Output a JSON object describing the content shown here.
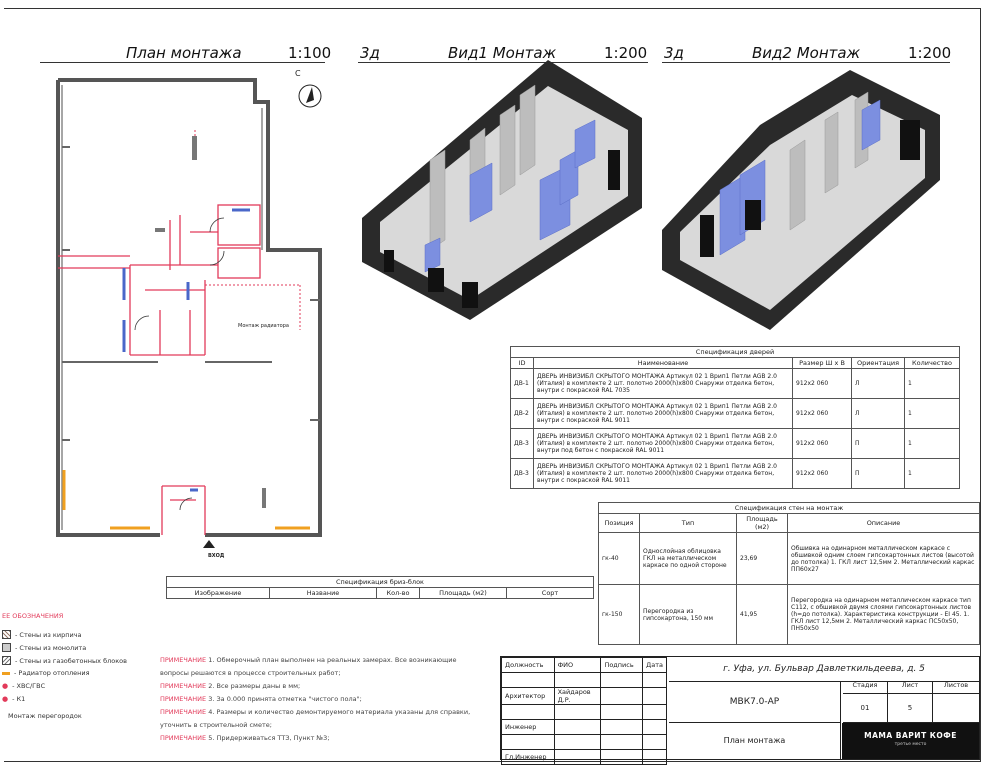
{
  "header": {
    "plan_title": "План монтажа",
    "plan_scale": "1:100",
    "view1_prefix": "3д",
    "view1_title": "Вид1 Монтаж",
    "view1_scale": "1:200",
    "view2_prefix": "3д",
    "view2_title": "Вид2 Монтаж",
    "view2_scale": "1:200"
  },
  "plan": {
    "north_label": "С",
    "radiator_label": "Монтаж радиатора",
    "entrance_label": "ВХОД"
  },
  "door_spec": {
    "title": "Спецификация дверей",
    "headers": [
      "ID",
      "Наименование",
      "Размер Ш х В",
      "Ориентация",
      "Количество"
    ],
    "rows": [
      {
        "id": "ДВ-1",
        "name": "ДВЕРЬ ИНВИЗИБЛ СКРЫТОГО МОНТАЖА  Артикул 02 1 Врип1  Петли AGB 2.0 (Италия) в комплекте 2 шт. полотно 2000(h)х800 Снаружи отделка бетон, внутри с покраской  RAL 7035",
        "size": "912х2 060",
        "orient": "Л",
        "qty": "1"
      },
      {
        "id": "ДВ-2",
        "name": "ДВЕРЬ ИНВИЗИБЛ СКРЫТОГО МОНТАЖА  Артикул 02 1 Врип1  Петли AGB 2.0 (Италия) в комплекте 2 шт. полотно 2000(h)х800 Снаружи отделка бетон, внутри с покраской  RAL 9011",
        "size": "912х2 060",
        "orient": "Л",
        "qty": "1"
      },
      {
        "id": "ДВ-3",
        "name": "ДВЕРЬ ИНВИЗИБЛ СКРЫТОГО МОНТАЖА  Артикул 02 1 Врип1  Петли AGB 2.0 (Италия) в комплекте 2 шт. полотно 2000(h)х800 Снаружи отделка бетон, внутри под бетон с покраской  RAL 9011",
        "size": "912х2 060",
        "orient": "П",
        "qty": "1"
      },
      {
        "id": "ДВ-3",
        "name": "ДВЕРЬ ИНВИЗИБЛ СКРЫТОГО МОНТАЖА  Артикул 02 1 Врип1  Петли AGB 2.0 (Италия) в комплекте 2 шт. полотно 2000(h)х800 Снаружи отделка бетон, внутри с покраской  RAL 9011",
        "size": "912х2 060",
        "orient": "П",
        "qty": "1"
      }
    ]
  },
  "wall_spec": {
    "title": "Спецификация стен на монтаж",
    "headers": [
      "Позиция",
      "Тип",
      "Площадь (м2)",
      "Описание"
    ],
    "rows": [
      {
        "pos": "гк-40",
        "type": "Однослойная облицовка ГКЛ на металлическом каркасе по одной стороне",
        "area": "23,69",
        "desc": "Обшивка на одинарном металлическом каркасе с обшивкой одним слоем гипсокартонных листов (высотой до потолка) 1. ГКЛ лист 12,5мм 2. Металлический каркас ПП60х27"
      },
      {
        "pos": "гк-150",
        "type": "Перегородка из гипсокартона, 150 мм",
        "area": "41,95",
        "desc": "Перегородка на одинарном металлическом каркасе тип С112, с обшивкой двумя слоями гипсокартонных листов (h=до потолка). Характеристика конструкции - EI 45. 1. ГКЛ лист 12,5мм 2. Металлический каркас ПС50х50, ПН50х50"
      }
    ]
  },
  "fill_spec": {
    "title": "Спецификация бриз-блок",
    "headers": [
      "Изображение",
      "Название",
      "Кол-во",
      "Площадь (м2)",
      "Сорт"
    ]
  },
  "legend": {
    "title": "ЕЕ ОБОЗНАЧЕНИЯ",
    "items": [
      "- Стены из кирпича",
      "- Стены из монолита",
      "- Стены из газобетонных блоков",
      "- Радиатор отопления",
      "- ХВС/ГВС",
      "- К1",
      "Монтаж перегородок"
    ],
    "colors": {
      "brick": "#9a7a6a",
      "radiator": "#f0a020",
      "water": "#e23a5a",
      "k1": "#e23a5a"
    }
  },
  "notes": {
    "label": "ПРИМЕЧАНИЕ",
    "lines": [
      "1. Обмерочный план выполнен на реальных замерах. Все возникающие",
      "вопросы решаются в процессе строительных работ;",
      "2. Все размеры даны в мм;",
      "3. За 0.000 принята отметка \"чистого пола\";",
      "4. Размеры и количество демонтируемого материала указаны для справки,",
      "уточнить в строительной смете;",
      "5. Придерживаться ТТЗ, Пункт №3;"
    ]
  },
  "stamp": {
    "address": "г. Уфа, ул. Бульвар Давлеткильдеева, д. 5",
    "col_role": "Должность",
    "col_name": "ФИО",
    "col_sign": "Подпись",
    "col_date": "Дата",
    "role_architect": "Архитектор",
    "architect_name": "Хайдаров Д.Р.",
    "role_engineer": "Инженер",
    "role_chief": "Гл.Инженер",
    "project_code": "МВК7.0-АР",
    "stage_label": "Стадия",
    "sheet_label": "Лист",
    "sheets_label": "Листов",
    "stage_value": "01",
    "sheet_value": "5",
    "sheet_name": "План монтажа",
    "brand_name": "МАМА ВАРИТ КОФЕ",
    "brand_tagline": "третье место"
  }
}
